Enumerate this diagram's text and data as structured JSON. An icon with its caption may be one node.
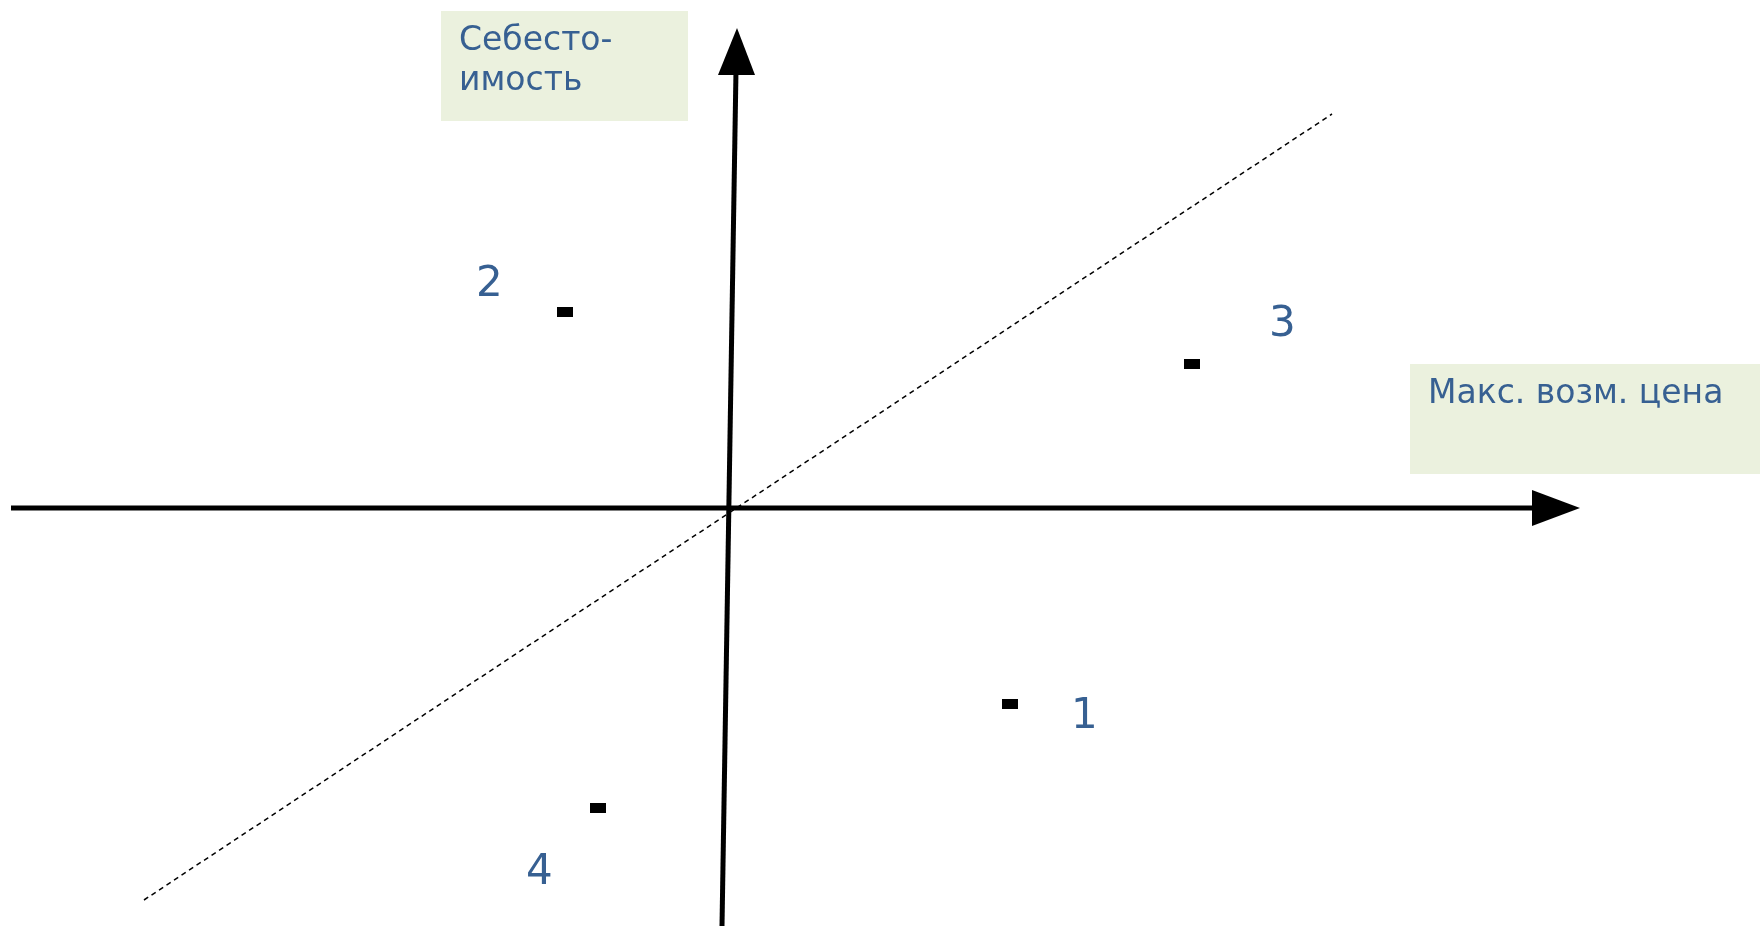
{
  "diagram": {
    "nodes": [
      {
        "text": [
          "Себесто- имость"
        ]
      },
      {
        "text": [
          "Макс. возм. цена"
        ]
      }
    ],
    "labels": [
      "2",
      "3",
      "1",
      "4"
    ]
  }
}
